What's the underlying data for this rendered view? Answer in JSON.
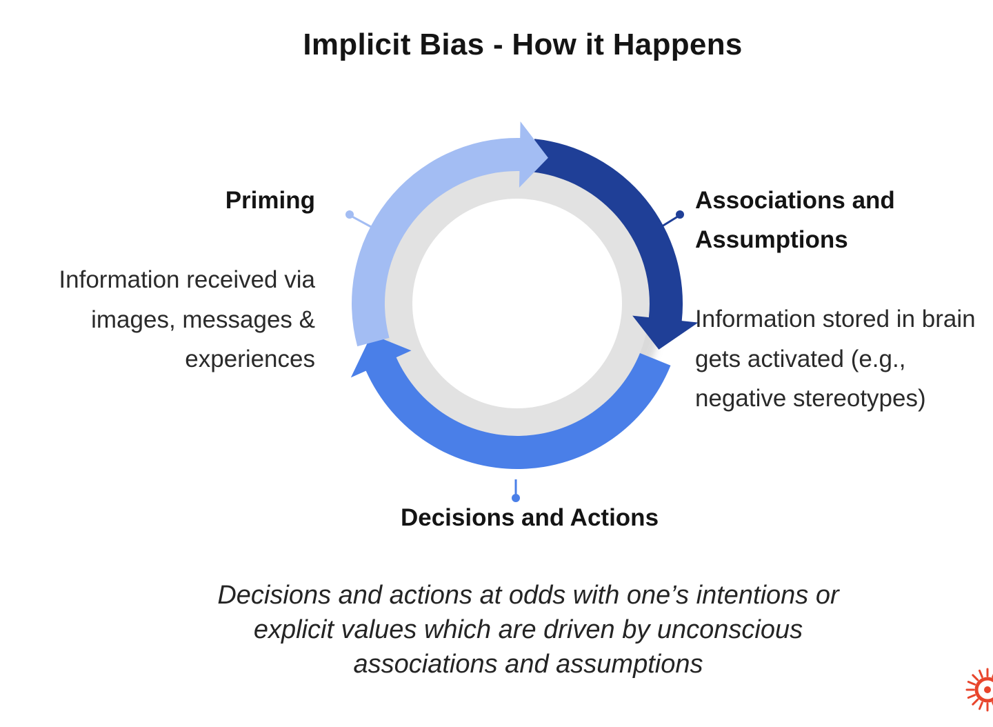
{
  "title": "Implicit Bias - How it Happens",
  "stages": {
    "priming": {
      "title": "Priming",
      "description": "Information received via images, messages & experiences"
    },
    "associations": {
      "title": "Associations and Assumptions",
      "description": "Information stored in brain gets activated (e.g., negative stereotypes)"
    },
    "decisions": {
      "title": "Decisions and Actions"
    }
  },
  "summary": "Decisions and actions at odds with one’s intentions or explicit values which are driven by unconscious associations and assumptions",
  "colors": {
    "priming_arrow": "#a3bdf3",
    "associations_arrow": "#1f3f97",
    "decisions_arrow": "#4a7fe8",
    "inner_ring": "#e2e2e2",
    "logo": "#e8452c"
  },
  "icons": {
    "logo": "sun-logo-icon"
  }
}
